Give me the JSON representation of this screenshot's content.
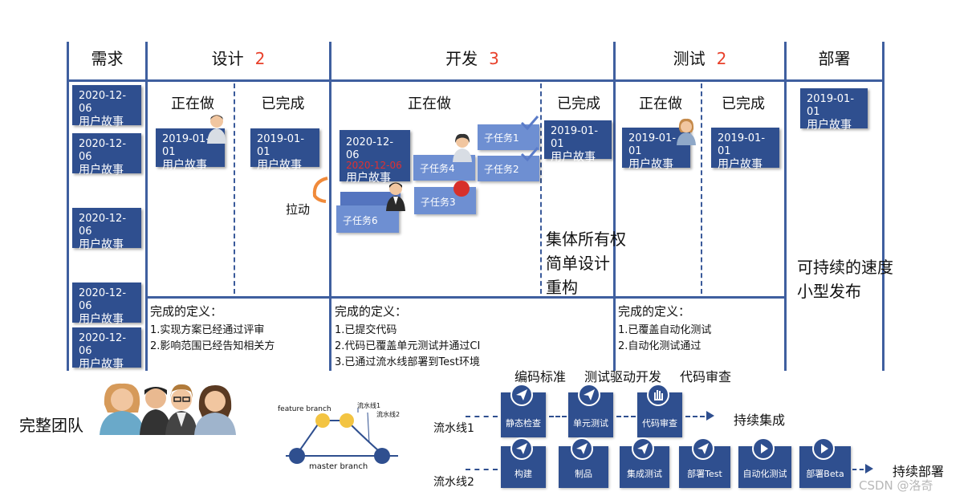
{
  "columns": [
    {
      "title": "需求",
      "count": ""
    },
    {
      "title": "设计",
      "count": "2"
    },
    {
      "title": "开发",
      "count": "3"
    },
    {
      "title": "测试",
      "count": "2"
    },
    {
      "title": "部署",
      "count": ""
    }
  ],
  "sub_headers": {
    "design_doing": "正在做",
    "design_done": "已完成",
    "dev_doing": "正在做",
    "dev_done": "已完成",
    "test_doing": "正在做",
    "test_done": "已完成"
  },
  "requirement_cards": [
    {
      "date": "2020-12-06",
      "label": "用户故事"
    },
    {
      "date": "2020-12-06",
      "label": "用户故事"
    },
    {
      "date": "2020-12-06",
      "label": "用户故事"
    },
    {
      "date": "2020-12-06",
      "label": "用户故事"
    },
    {
      "date": "2020-12-06",
      "label": "用户故事"
    }
  ],
  "design_cards": {
    "doing": {
      "date": "2019-01-01",
      "label": "用户故事"
    },
    "done": {
      "date": "2019-01-01",
      "label": "用户故事"
    },
    "pull_label": "拉动"
  },
  "dev_cards": {
    "story": {
      "date": "2020-12-06",
      "date_red": "2020-12-06",
      "label": "用户故事"
    },
    "tasks": [
      "子任务1",
      "子任务2",
      "子任务4",
      "子任务3",
      "子任务6"
    ],
    "done": {
      "date": "2019-01-01",
      "label": "用户故事"
    },
    "notes": [
      "集体所有权",
      "简单设计",
      "重构"
    ]
  },
  "test_cards": {
    "doing": {
      "date": "2019-01-01",
      "label": "用户故事"
    },
    "done": {
      "date": "2019-01-01",
      "label": "用户故事"
    }
  },
  "deploy_cards": {
    "card": {
      "date": "2019-01-01",
      "label": "用户故事"
    },
    "notes": [
      "可持续的速度",
      "小型发布"
    ]
  },
  "definitions": {
    "design": {
      "title": "完成的定义：",
      "items": [
        "1.实现方案已经通过评审",
        "2.影响范围已经告知相关方"
      ]
    },
    "dev": {
      "title": "完成的定义：",
      "items": [
        "1.已提交代码",
        "2.代码已覆盖单元测试并通过CI",
        "3.已通过流水线部署到Test环境"
      ]
    },
    "test": {
      "title": "完成的定义：",
      "items": [
        "1.已覆盖自动化测试",
        "2.自动化测试通过"
      ]
    }
  },
  "team": {
    "label": "完整团队"
  },
  "branching": {
    "feature_branch": "feature branch",
    "master_branch": "master branch",
    "pipeline1": "流水线1",
    "pipeline2": "流水线2"
  },
  "practices": [
    "编码标准",
    "测试驱动开发",
    "代码审查"
  ],
  "pipeline1": {
    "label": "流水线1",
    "stages": [
      "静态检查",
      "单元测试",
      "代码审查"
    ],
    "result": "持续集成"
  },
  "pipeline2": {
    "label": "流水线2",
    "stages": [
      "构建",
      "制品",
      "集成测试",
      "部署Test",
      "自动化测试",
      "部署Beta"
    ],
    "result": "持续部署"
  },
  "watermark": "CSDN @洛奇",
  "colors": {
    "card": "#2f4f8f",
    "task": "#6e8fd2",
    "count": "#e8402a",
    "line": "#3f5f9f"
  }
}
